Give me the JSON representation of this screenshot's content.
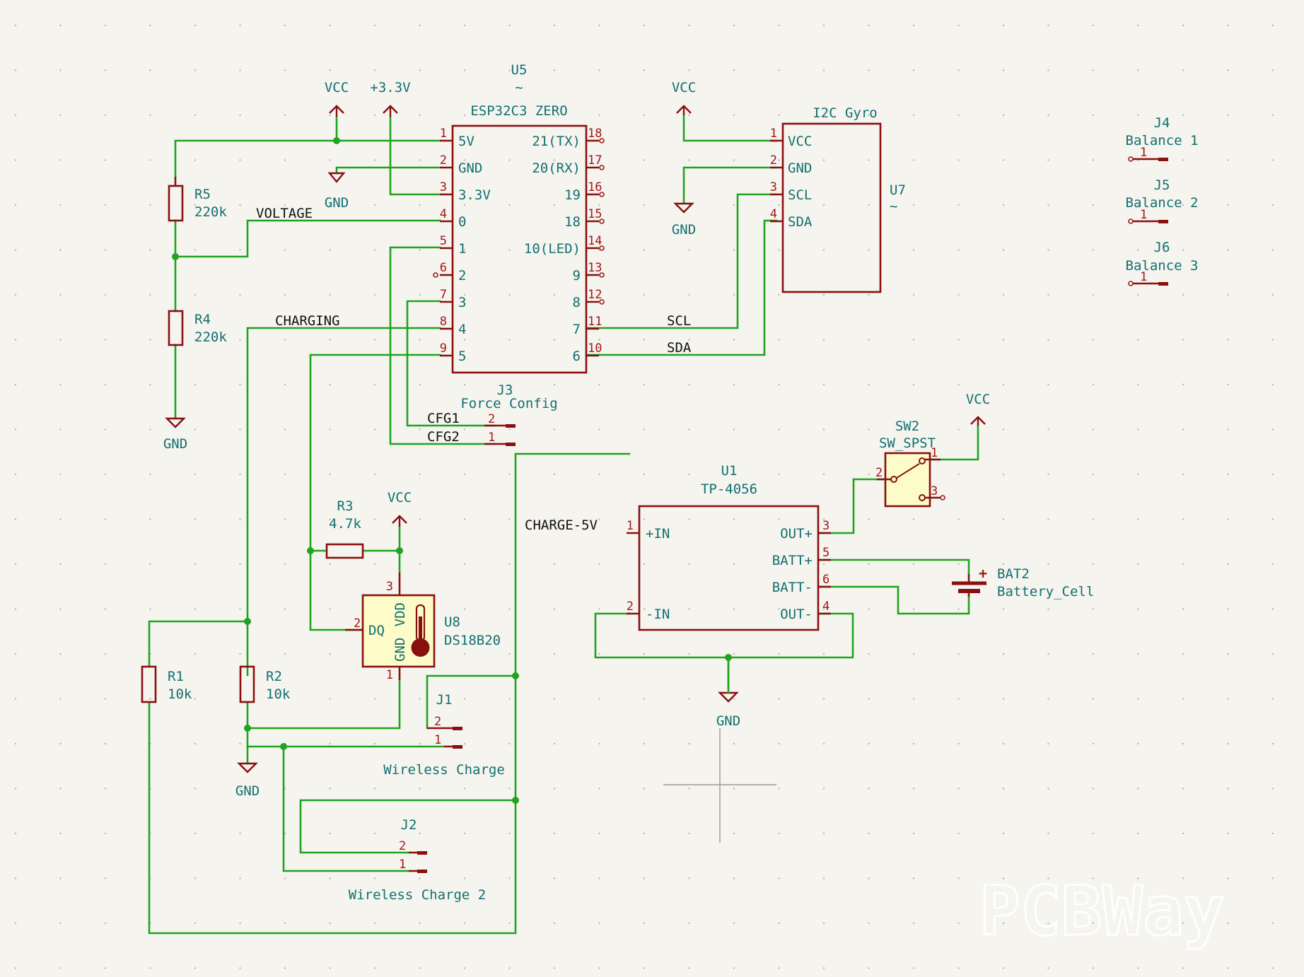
{
  "watermark": "PCBWay",
  "components": {
    "u5": {
      "ref": "U5",
      "value": "~",
      "name": "ESP32C3 ZERO",
      "left_pins": [
        {
          "num": "1",
          "name": "5V"
        },
        {
          "num": "2",
          "name": "GND"
        },
        {
          "num": "3",
          "name": "3.3V"
        },
        {
          "num": "4",
          "name": "0"
        },
        {
          "num": "5",
          "name": "1"
        },
        {
          "num": "6",
          "name": "2"
        },
        {
          "num": "7",
          "name": "3"
        },
        {
          "num": "8",
          "name": "4"
        },
        {
          "num": "9",
          "name": "5"
        }
      ],
      "right_pins": [
        {
          "num": "18",
          "name": "21(TX)"
        },
        {
          "num": "17",
          "name": "20(RX)"
        },
        {
          "num": "16",
          "name": "19"
        },
        {
          "num": "15",
          "name": "18"
        },
        {
          "num": "14",
          "name": "10(LED)"
        },
        {
          "num": "13",
          "name": "9"
        },
        {
          "num": "12",
          "name": "8"
        },
        {
          "num": "11",
          "name": "7"
        },
        {
          "num": "10",
          "name": "6"
        }
      ]
    },
    "u7": {
      "ref": "U7",
      "value": "~",
      "name": "I2C Gyro",
      "pins": [
        {
          "num": "1",
          "name": "VCC"
        },
        {
          "num": "2",
          "name": "GND"
        },
        {
          "num": "3",
          "name": "SCL"
        },
        {
          "num": "4",
          "name": "SDA"
        }
      ]
    },
    "u1": {
      "ref": "U1",
      "value": "TP-4056",
      "left_pins": [
        {
          "num": "1",
          "name": "+IN"
        },
        {
          "num": "2",
          "name": "-IN"
        }
      ],
      "right_pins": [
        {
          "num": "3",
          "name": "OUT+"
        },
        {
          "num": "5",
          "name": "BATT+"
        },
        {
          "num": "6",
          "name": "BATT-"
        },
        {
          "num": "4",
          "name": "OUT-"
        }
      ]
    },
    "u8": {
      "ref": "U8",
      "value": "DS18B20",
      "pin_dq": "DQ",
      "pin_vdd": "VDD",
      "pin_gnd": "GND",
      "num_dq": "2",
      "num_vdd": "3",
      "num_gnd": "1"
    },
    "r5": {
      "ref": "R5",
      "value": "220k"
    },
    "r4": {
      "ref": "R4",
      "value": "220k"
    },
    "r3": {
      "ref": "R3",
      "value": "4.7k"
    },
    "r1": {
      "ref": "R1",
      "value": "10k"
    },
    "r2": {
      "ref": "R2",
      "value": "10k"
    },
    "j3": {
      "ref": "J3",
      "value": "Force Config",
      "pin2": "2",
      "pin1": "1"
    },
    "j1": {
      "ref": "J1",
      "value": "Wireless Charge",
      "pin2": "2",
      "pin1": "1"
    },
    "j2": {
      "ref": "J2",
      "value": "Wireless Charge 2",
      "pin2": "2",
      "pin1": "1"
    },
    "j4": {
      "ref": "J4",
      "value": "Balance 1",
      "pin": "1"
    },
    "j5": {
      "ref": "J5",
      "value": "Balance 2",
      "pin": "1"
    },
    "j6": {
      "ref": "J6",
      "value": "Balance 3",
      "pin": "1"
    },
    "sw2": {
      "ref": "SW2",
      "value": "SW_SPST",
      "pin1": "1",
      "pin2": "2",
      "pin3": "3"
    },
    "bat2": {
      "ref": "BAT2",
      "value": "Battery_Cell",
      "plus": "+"
    }
  },
  "power": {
    "vcc": "VCC",
    "v33": "+3.3V",
    "gnd": "GND"
  },
  "nets": {
    "voltage": "VOLTAGE",
    "charging": "CHARGING",
    "scl": "SCL",
    "sda": "SDA",
    "cfg1": "CFG1",
    "cfg2": "CFG2",
    "charge5v": "CHARGE-5V"
  }
}
